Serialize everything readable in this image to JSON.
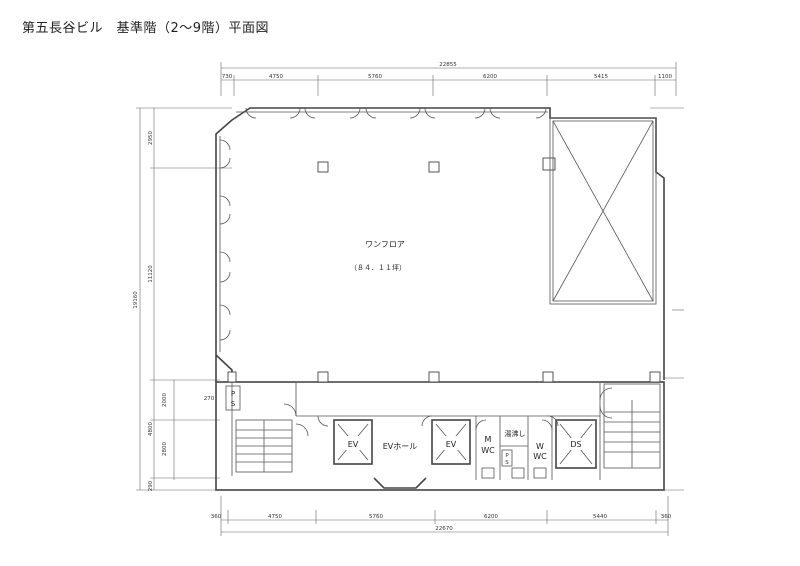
{
  "title": "第五長谷ビル　基準階（2〜9階）平面図",
  "rooms": {
    "floor_name": "ワンフロア",
    "floor_area": "（８４．１１坪）",
    "ev_left": "EV",
    "ev_right": "EV",
    "ev_hall": "EVホール",
    "wc_men": [
      "M",
      "WC"
    ],
    "wc_women": [
      "W",
      "WC"
    ],
    "kitchen": "湯沸し",
    "ds": "DS",
    "ps_left": [
      "P",
      "S"
    ],
    "ps_small": [
      "P",
      "S"
    ]
  },
  "dimensions": {
    "top_total": "22855",
    "top_segments": [
      "730",
      "4750",
      "5760",
      "6200",
      "5415",
      "1100"
    ],
    "bottom_total": "22670",
    "bottom_segments": [
      "360",
      "4750",
      "5760",
      "6200",
      "5440",
      "360"
    ],
    "left_total": "19160",
    "left_segments": [
      "2950",
      "11120",
      "2000",
      "2800",
      "290"
    ],
    "left_sub": "4800",
    "left_small": "270"
  }
}
